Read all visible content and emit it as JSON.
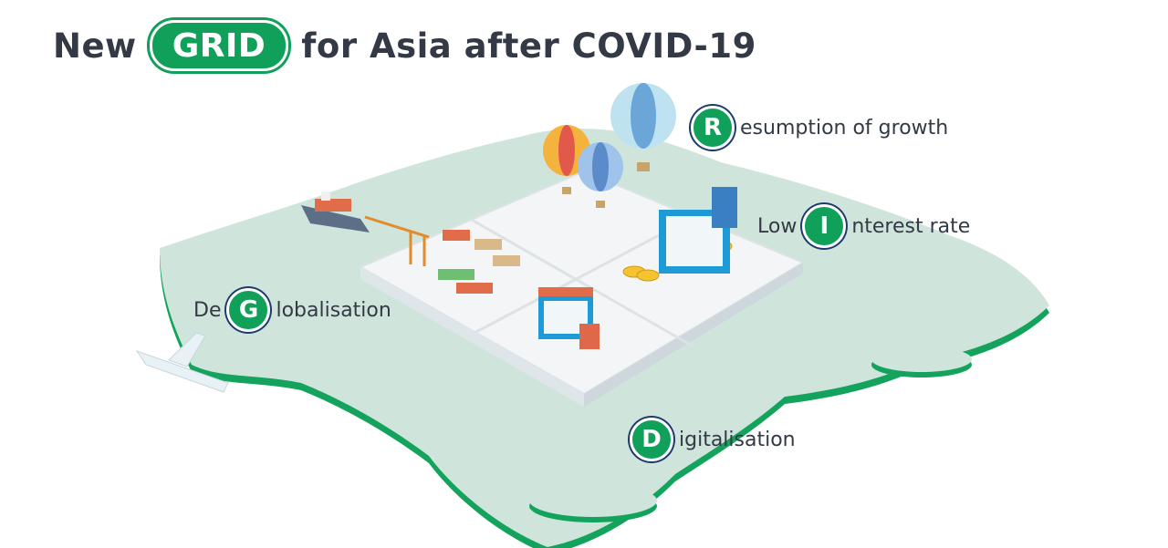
{
  "title": {
    "before": "New",
    "highlight": "GRID",
    "after": "for Asia after COVID-19"
  },
  "labels": {
    "resumption": {
      "letter": "R",
      "text": "esumption of growth"
    },
    "interest": {
      "prefix": "Low",
      "letter": "I",
      "text": "nterest rate"
    },
    "globalisation": {
      "prefix": "De",
      "letter": "G",
      "text": "lobalisation"
    },
    "digitalisation": {
      "letter": "D",
      "text": "igitalisation"
    }
  },
  "colors": {
    "accent": "#10a05a",
    "map": "#cfe5dc",
    "text": "#333a45"
  }
}
